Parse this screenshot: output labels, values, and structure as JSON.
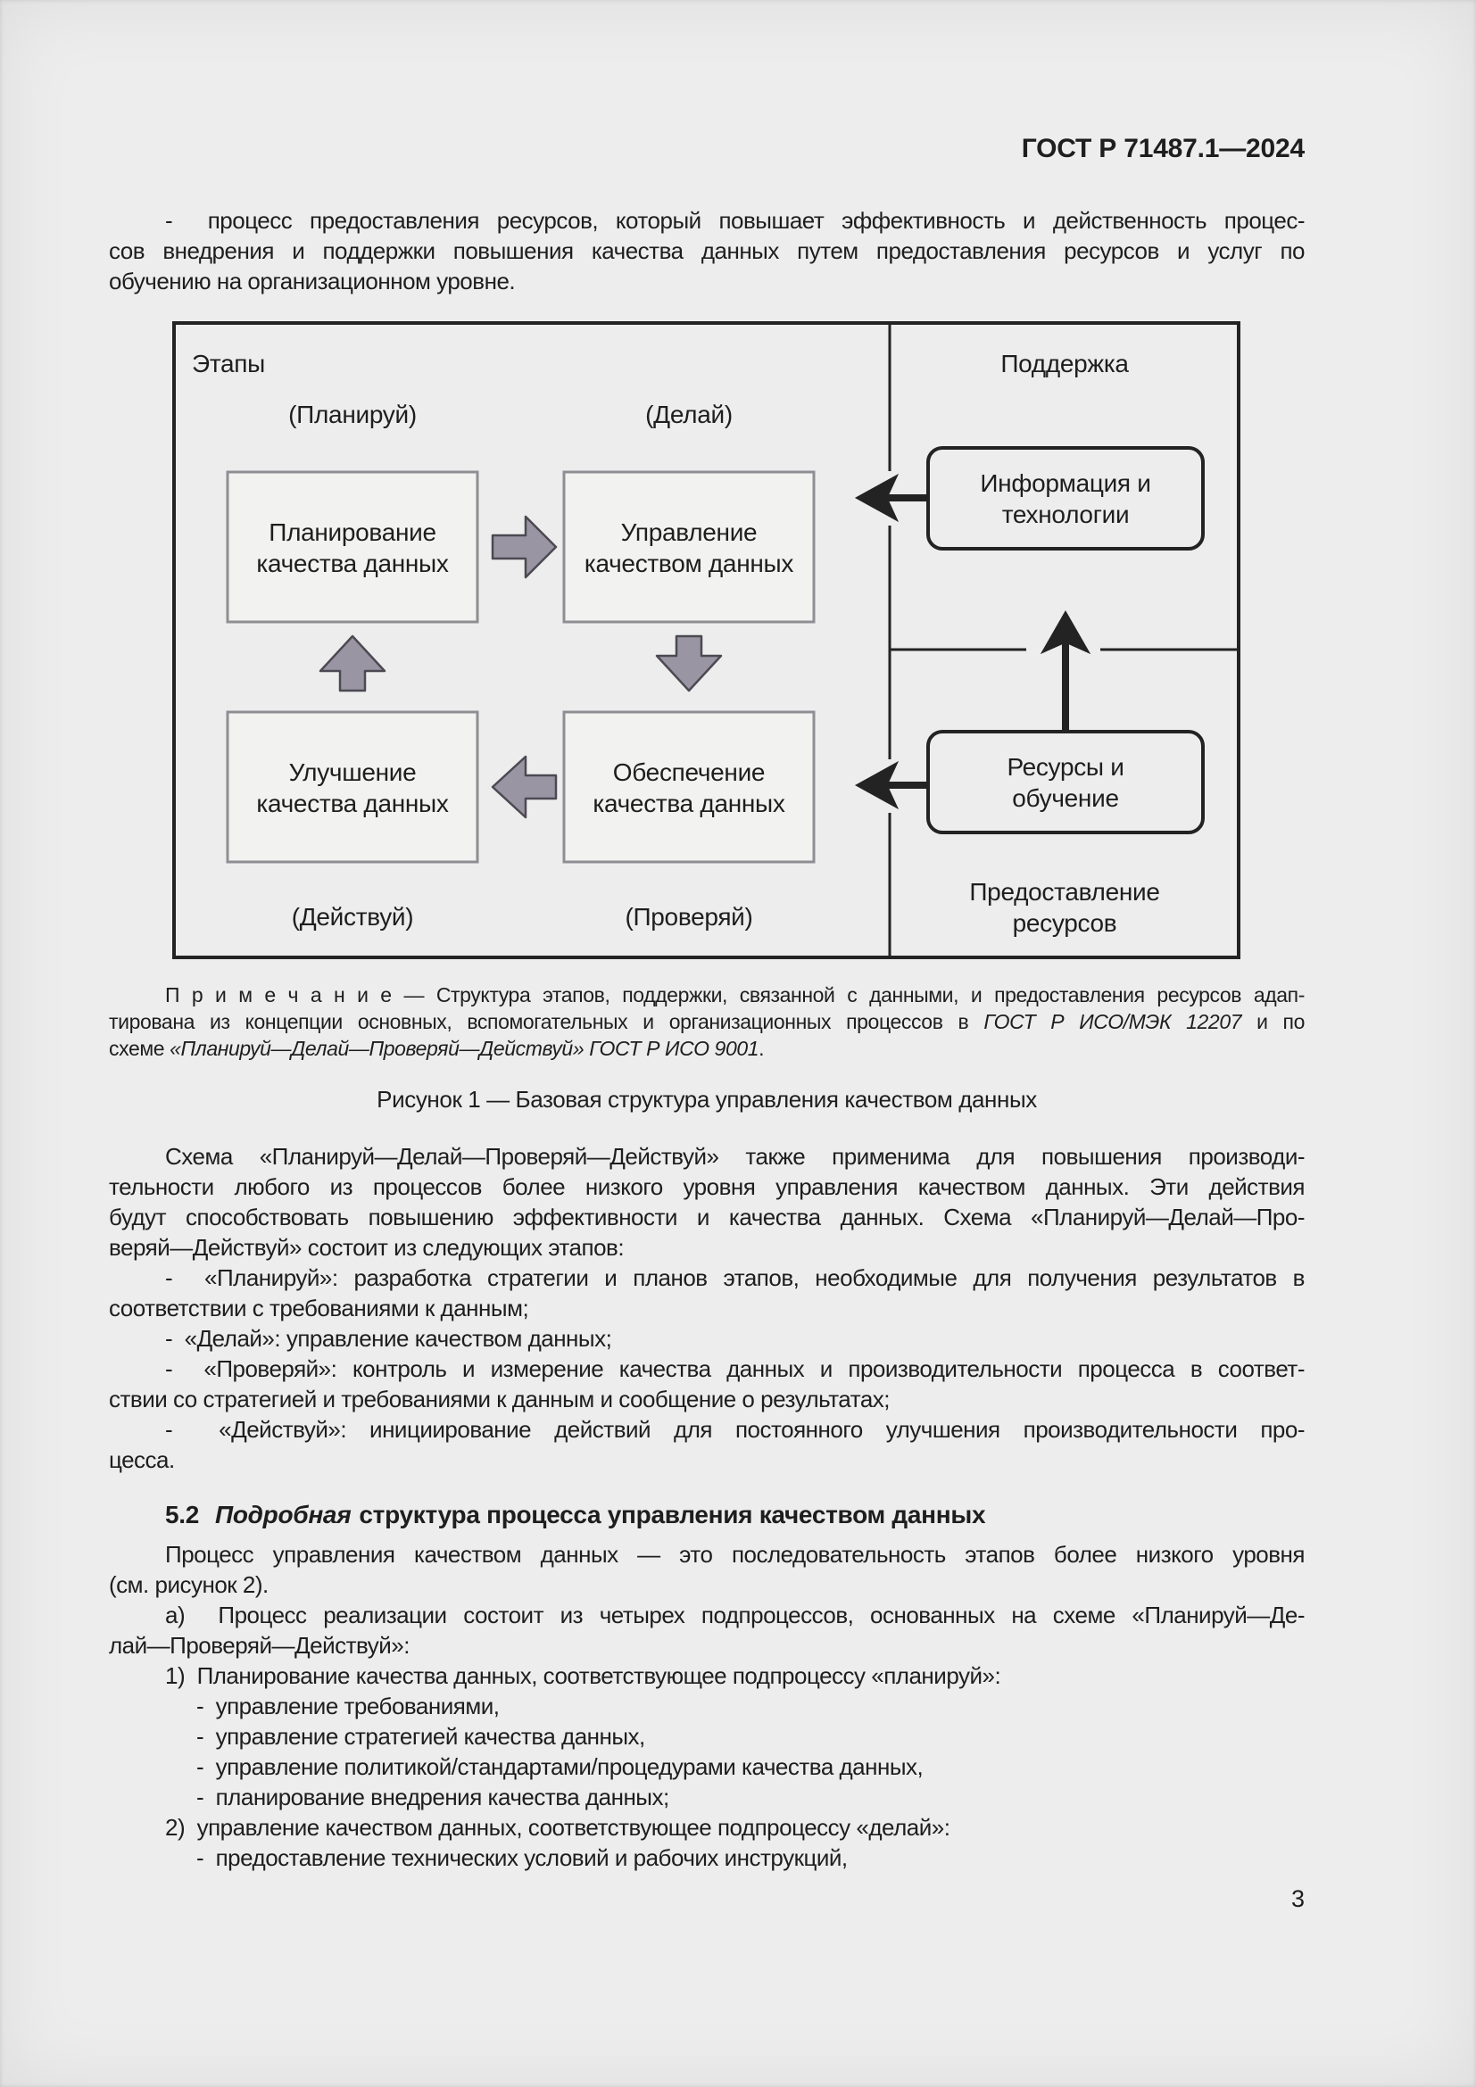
{
  "header": {
    "standard": "ГОСТ Р 71487.1—2024",
    "page_number": "3"
  },
  "intro": {
    "l1": "-  процесс предоставления ресурсов, который повышает эффективность и действенность процес-",
    "l2": "сов внедрения и поддержки повышения качества данных путем предоставления ресурсов и услуг по",
    "l3": "обучению на организационном уровне."
  },
  "figure": {
    "stages_label": "Этапы",
    "support_label": "Поддержка",
    "plan_label": "(Планируй)",
    "do_label": "(Делай)",
    "act_label": "(Действуй)",
    "check_label": "(Проверяй)",
    "box_plan_l1": "Планирование",
    "box_plan_l2": "качества данных",
    "box_do_l1": "Управление",
    "box_do_l2": "качеством данных",
    "box_assure_l1": "Обеспечение",
    "box_assure_l2": "качества данных",
    "box_improve_l1": "Улучшение",
    "box_improve_l2": "качества данных",
    "box_info_l1": "Информация и",
    "box_info_l2": "технологии",
    "box_res_l1": "Ресурсы и",
    "box_res_l2": "обучение",
    "provision_l1": "Предоставление",
    "provision_l2": "ресурсов",
    "caption": "Рисунок 1 — Базовая структура управления качеством данных"
  },
  "note": {
    "label": "П р и м е ч а н и е",
    "l1_rest": " — Структура этапов, поддержки, связанной с данными, и предоставления ресурсов адап-",
    "l2_a": "тирована из концепции основных, вспомогательных и организационных процессов в ",
    "l2_ref": "ГОСТ Р ИСО/МЭК 12207",
    "l2_b": " и по",
    "l3_a": "схеме ",
    "l3_ref": "«Планируй—Делай—Проверяй—Действуй» ГОСТ Р ИСО 9001",
    "l3_b": "."
  },
  "para_pdca": {
    "l1": "Схема «Планируй—Делай—Проверяй—Действуй» также применима для повышения производи-",
    "l2": "тельности любого из процессов более низкого уровня управления качеством данных. Эти действия",
    "l3": "будут способствовать повышению эффективности и качества данных. Схема «Планируй—Делай—Про-",
    "l4": "веряй—Действуй» состоит из следующих этапов:"
  },
  "list_pdca": {
    "item1_l1": "-  «Планируй»: разработка стратегии и планов этапов, необходимые для получения результатов в",
    "item1_l2": "соответствии с требованиями к данным;",
    "item2": "-  «Делай»: управление качеством данных;",
    "item3_l1": "-  «Проверяй»: контроль и измерение качества данных и производительности процесса в соответ-",
    "item3_l2": "ствии со стратегией и требованиями к данным и сообщение о результатах;",
    "item4_l1": "-  «Действуй»: инициирование действий для постоянного улучшения производительности про-",
    "item4_l2": "цесса."
  },
  "heading_5_2": {
    "num": "5.2",
    "italic_word": "Подробная",
    "rest": "структура процесса управления качеством данных"
  },
  "para_process": {
    "l1": "Процесс управления качеством данных — это последовательность этапов более низкого уровня",
    "l2": "(см. рисунок 2)."
  },
  "list_detail": {
    "item_a_l1": "а)  Процесс реализации состоит из четырех подпроцессов, основанных на схеме «Планируй—Де-",
    "item_a_l2": "лай—Проверяй—Действуй»:",
    "item_1": "1)  Планирование качества данных, соответствующее подпроцессу «планируй»:",
    "sub_1_1": "-  управление требованиями,",
    "sub_1_2": "-  управление стратегией качества данных,",
    "sub_1_3": "-  управление политикой/стандартами/процедурами качества данных,",
    "sub_1_4": "-  планирование внедрения качества данных;",
    "item_2": "2)  управление качеством данных, соответствующее подпроцессу «делай»:",
    "sub_2_1": "-  предоставление технических условий и рабочих инструкций,"
  },
  "colors": {
    "page_bg": "#ecedec",
    "text": "#1e1e1e",
    "diagram_line_black": "#232323",
    "stage_box_border": "#8f8f93",
    "stage_box_fill": "#f2f2f1",
    "pdca_arrow_fill": "#9a95a2",
    "pdca_arrow_stroke": "#4c4952"
  }
}
